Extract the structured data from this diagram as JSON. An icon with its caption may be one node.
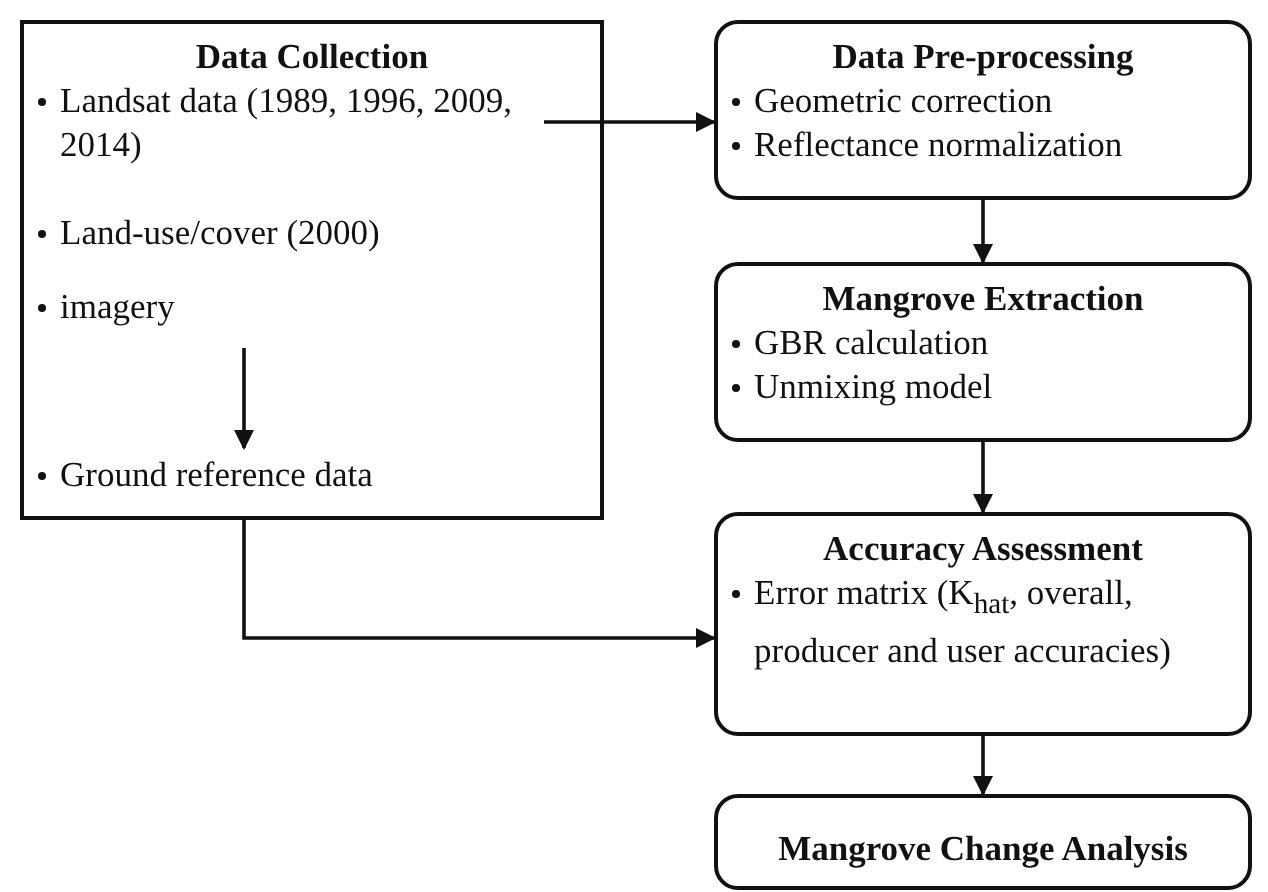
{
  "diagram": {
    "nodes": [
      {
        "text": [
          "Data Collection",
          "Landsat data (1989, 1996, 2009, 2014)",
          "Land-use/cover (2000)"
        ]
      },
      {
        "text": [
          "imagery"
        ],
        "in": 0
      },
      {
        "text": [
          "Ground reference data"
        ],
        "in": 0
      },
      {
        "text": [
          "Data Pre-processing",
          "Geometric correction",
          "Reflectance normalization"
        ]
      },
      {
        "text": [
          "Mangrove Extraction",
          "GBR calculation",
          "Unmixing model"
        ]
      },
      {
        "text": [
          "Accuracy Assessment",
          "Error matrix (K$_{hat}$, overall, producer and user accuracies)"
        ]
      },
      {
        "text": [
          "Mangrove Change Analysis"
        ]
      }
    ],
    "edges": [
      {
        "from": 1,
        "to": 2,
        "arrow": "to"
      },
      {
        "from": 0,
        "to": 3,
        "arrow": "to"
      },
      {
        "from": 3,
        "to": 4,
        "arrow": "to"
      },
      {
        "from": 4,
        "to": 5,
        "arrow": "to"
      },
      {
        "from": 0,
        "to": 5,
        "arrow": "to"
      },
      {
        "from": 5,
        "to": 6,
        "arrow": "to"
      }
    ]
  }
}
